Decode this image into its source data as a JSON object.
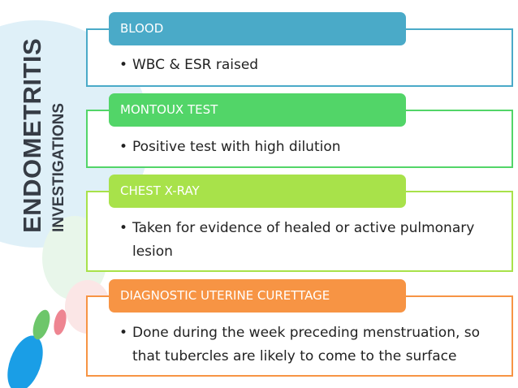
{
  "colors": {
    "blood": "#4aaac8",
    "montoux": "#52d568",
    "chest": "#a8e24a",
    "curettage": "#f79444"
  },
  "title": {
    "main": "ENDOMETRITIS",
    "sub": "INVESTIGATIONS"
  },
  "sections": [
    {
      "header": "BLOOD",
      "bullet": "WBC & ESR raised"
    },
    {
      "header": "MONTOUX TEST",
      "bullet": "Positive test with high dilution"
    },
    {
      "header": "CHEST X-RAY",
      "bullet": "Taken for evidence of healed or active pulmonary lesion"
    },
    {
      "header": "DIAGNOSTIC UTERINE CURETTAGE",
      "bullet": "Done during the week preceding menstruation, so that tubercles are likely to come to the surface"
    }
  ]
}
